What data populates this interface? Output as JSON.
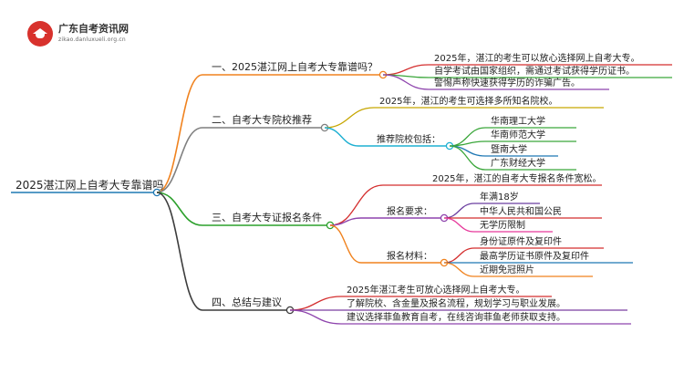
{
  "logo": {
    "title": "广东自考资讯网",
    "subtitle": "zikao.danluxueli.org.cn"
  },
  "mindmap": {
    "root": "2025湛江网上自考大专靠谱吗",
    "branches": [
      {
        "label": "一、2025湛江网上自考大专靠谱吗？",
        "color": "#f0821e",
        "children": [
          {
            "label": "2025年，湛江的考生可以放心选择网上自考大专。",
            "color": "#d42f2f"
          },
          {
            "label": "自学考试由国家组织，需通过考试获得学历证书。",
            "color": "#3aa63a"
          },
          {
            "label": "警惕声称快速获得学历的诈骗广告。",
            "color": "#8e44ad"
          }
        ]
      },
      {
        "label": "二、自考大专院校推荐",
        "color": "#7f7f7f",
        "children": [
          {
            "label": "2025年，湛江的考生可选择多所知名院校。",
            "color": "#c6a600"
          },
          {
            "label": "推荐院校包括：",
            "color": "#1fb0d2",
            "children": [
              {
                "label": "华南理工大学",
                "color": "#3aa63a"
              },
              {
                "label": "华南师范大学",
                "color": "#3aa63a"
              },
              {
                "label": "暨南大学",
                "color": "#1f78b4"
              },
              {
                "label": "广东财经大学",
                "color": "#3aa63a"
              }
            ]
          }
        ]
      },
      {
        "label": "三、自考大专证报名条件",
        "color": "#2ca02c",
        "children": [
          {
            "label": "2025年，湛江的自考大专报名条件宽松。",
            "color": "#d42f2f"
          },
          {
            "label": "报名要求：",
            "color": "#8e44ad",
            "children": [
              {
                "label": "年满18岁",
                "color": "#6b3fa0"
              },
              {
                "label": "中华人民共和国公民",
                "color": "#d42f2f"
              },
              {
                "label": "无学历限制",
                "color": "#e6399b"
              }
            ]
          },
          {
            "label": "报名材料：",
            "color": "#f0821e",
            "children": [
              {
                "label": "身份证原件及复印件",
                "color": "#d42f2f"
              },
              {
                "label": "最高学历证书原件及复印件",
                "color": "#1f78b4"
              },
              {
                "label": "近期免冠照片",
                "color": "#f0821e"
              }
            ]
          }
        ]
      },
      {
        "label": "四、总结与建议",
        "color": "#3c3c3c",
        "children": [
          {
            "label": "2025年湛江考生可放心选择网上自考大专。",
            "color": "#d42f2f"
          },
          {
            "label": "了解院校、含金量及报名流程，规划学习与职业发展。",
            "color": "#7b3fa0"
          },
          {
            "label": "建议选择菲鱼教育自考，在线咨询菲鱼老师获取支持。",
            "color": "#8e44ad"
          }
        ]
      }
    ]
  }
}
